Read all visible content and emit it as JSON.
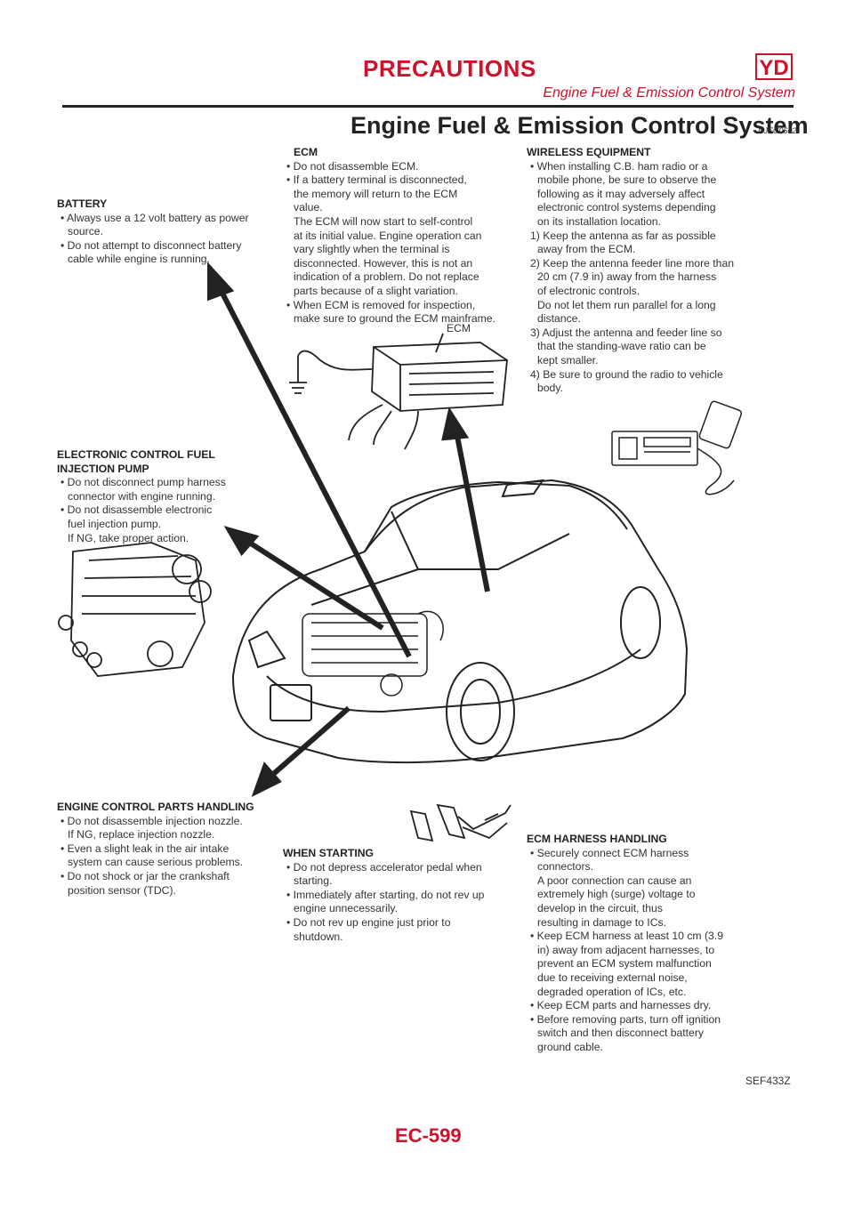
{
  "header": {
    "title": "PRECAUTIONS",
    "badge": "YD",
    "subtitle": "Engine Fuel & Emission Control System"
  },
  "section": {
    "title": "Engine Fuel & Emission Control System",
    "code": "NJEC0602"
  },
  "blocks": {
    "battery": {
      "heading": "BATTERY",
      "lines": [
        {
          "kind": "item",
          "text": "• Always use a 12 volt battery as power"
        },
        {
          "kind": "cont",
          "text": "source."
        },
        {
          "kind": "item",
          "text": "• Do not attempt to disconnect battery"
        },
        {
          "kind": "cont",
          "text": "cable while engine is running."
        }
      ]
    },
    "ecm": {
      "heading": "ECM",
      "lines": [
        {
          "kind": "item",
          "text": "• Do not disassemble ECM."
        },
        {
          "kind": "item",
          "text": "• If a battery terminal is disconnected,"
        },
        {
          "kind": "cont",
          "text": "the memory will return to the ECM"
        },
        {
          "kind": "cont",
          "text": "value."
        },
        {
          "kind": "cont",
          "text": "The ECM will now start to self-control"
        },
        {
          "kind": "cont",
          "text": "at its initial value. Engine operation can"
        },
        {
          "kind": "cont",
          "text": "vary slightly when the terminal is"
        },
        {
          "kind": "cont",
          "text": "disconnected. However, this is not an"
        },
        {
          "kind": "cont",
          "text": "indication of a problem. Do not replace"
        },
        {
          "kind": "cont",
          "text": "parts because of a slight variation."
        },
        {
          "kind": "item",
          "text": "• When ECM is removed for inspection,"
        },
        {
          "kind": "cont",
          "text": "make sure to ground the ECM mainframe."
        }
      ],
      "figure_label": "ECM"
    },
    "wireless": {
      "heading": "WIRELESS EQUIPMENT",
      "lines": [
        {
          "kind": "item",
          "text": "• When installing C.B. ham radio or a"
        },
        {
          "kind": "cont",
          "text": "mobile phone, be sure to observe the"
        },
        {
          "kind": "cont",
          "text": "following as it may adversely affect"
        },
        {
          "kind": "cont",
          "text": "electronic control systems depending"
        },
        {
          "kind": "cont",
          "text": "on its installation location."
        },
        {
          "kind": "item",
          "text": "1) Keep the antenna as far as possible"
        },
        {
          "kind": "cont",
          "text": "away from the ECM."
        },
        {
          "kind": "item",
          "text": "2) Keep the antenna feeder line more than"
        },
        {
          "kind": "cont",
          "text": "20 cm (7.9 in) away from the harness"
        },
        {
          "kind": "cont",
          "text": "of electronic controls."
        },
        {
          "kind": "cont",
          "text": "Do not let them run parallel for a long"
        },
        {
          "kind": "cont",
          "text": "distance."
        },
        {
          "kind": "item",
          "text": "3) Adjust the antenna and feeder line so"
        },
        {
          "kind": "cont",
          "text": "that the standing-wave ratio can be"
        },
        {
          "kind": "cont",
          "text": "kept smaller."
        },
        {
          "kind": "item",
          "text": "4) Be sure to ground the radio to vehicle"
        },
        {
          "kind": "cont",
          "text": "body."
        }
      ]
    },
    "pump": {
      "heading": "ELECTRONIC CONTROL FUEL",
      "heading2": "INJECTION PUMP",
      "lines": [
        {
          "kind": "item",
          "text": "• Do not disconnect pump harness"
        },
        {
          "kind": "cont",
          "text": "connector with engine running."
        },
        {
          "kind": "item",
          "text": "• Do not disassemble electronic"
        },
        {
          "kind": "cont",
          "text": "fuel injection pump."
        },
        {
          "kind": "cont",
          "text": "If NG, take proper action."
        }
      ]
    },
    "parts": {
      "heading": "ENGINE CONTROL PARTS HANDLING",
      "lines": [
        {
          "kind": "item",
          "text": "• Do not disassemble injection nozzle."
        },
        {
          "kind": "cont",
          "text": "If NG, replace injection nozzle."
        },
        {
          "kind": "item",
          "text": "• Even a slight leak in the air intake"
        },
        {
          "kind": "cont",
          "text": "system can cause serious problems."
        },
        {
          "kind": "item",
          "text": "• Do not shock or jar the crankshaft"
        },
        {
          "kind": "cont",
          "text": "position sensor (TDC)."
        }
      ]
    },
    "starting": {
      "heading": "WHEN STARTING",
      "lines": [
        {
          "kind": "item",
          "text": "• Do not depress accelerator pedal when"
        },
        {
          "kind": "cont",
          "text": "starting."
        },
        {
          "kind": "item",
          "text": "• Immediately after starting, do not rev up"
        },
        {
          "kind": "cont",
          "text": "engine unnecessarily."
        },
        {
          "kind": "item",
          "text": "• Do not rev up engine just prior to"
        },
        {
          "kind": "cont",
          "text": "shutdown."
        }
      ]
    },
    "harness": {
      "heading": "ECM HARNESS HANDLING",
      "lines": [
        {
          "kind": "item",
          "text": "• Securely connect ECM harness"
        },
        {
          "kind": "cont",
          "text": "connectors."
        },
        {
          "kind": "cont",
          "text": "A poor connection can cause an"
        },
        {
          "kind": "cont",
          "text": "extremely high (surge) voltage to"
        },
        {
          "kind": "cont",
          "text": "develop in the circuit, thus"
        },
        {
          "kind": "cont",
          "text": "resulting in damage to ICs."
        },
        {
          "kind": "item",
          "text": "• Keep ECM harness at least 10 cm (3.9"
        },
        {
          "kind": "cont",
          "text": "in) away from adjacent harnesses, to"
        },
        {
          "kind": "cont",
          "text": "prevent an ECM system malfunction"
        },
        {
          "kind": "cont",
          "text": "due to receiving external noise,"
        },
        {
          "kind": "cont",
          "text": "degraded operation of ICs, etc."
        },
        {
          "kind": "item",
          "text": "• Keep ECM parts and harnesses dry."
        },
        {
          "kind": "item",
          "text": "• Before removing parts, turn off ignition"
        },
        {
          "kind": "cont",
          "text": "switch and then disconnect battery"
        },
        {
          "kind": "cont",
          "text": "ground cable."
        }
      ]
    }
  },
  "figure_code": "SEF433Z",
  "page_number": "EC-599"
}
